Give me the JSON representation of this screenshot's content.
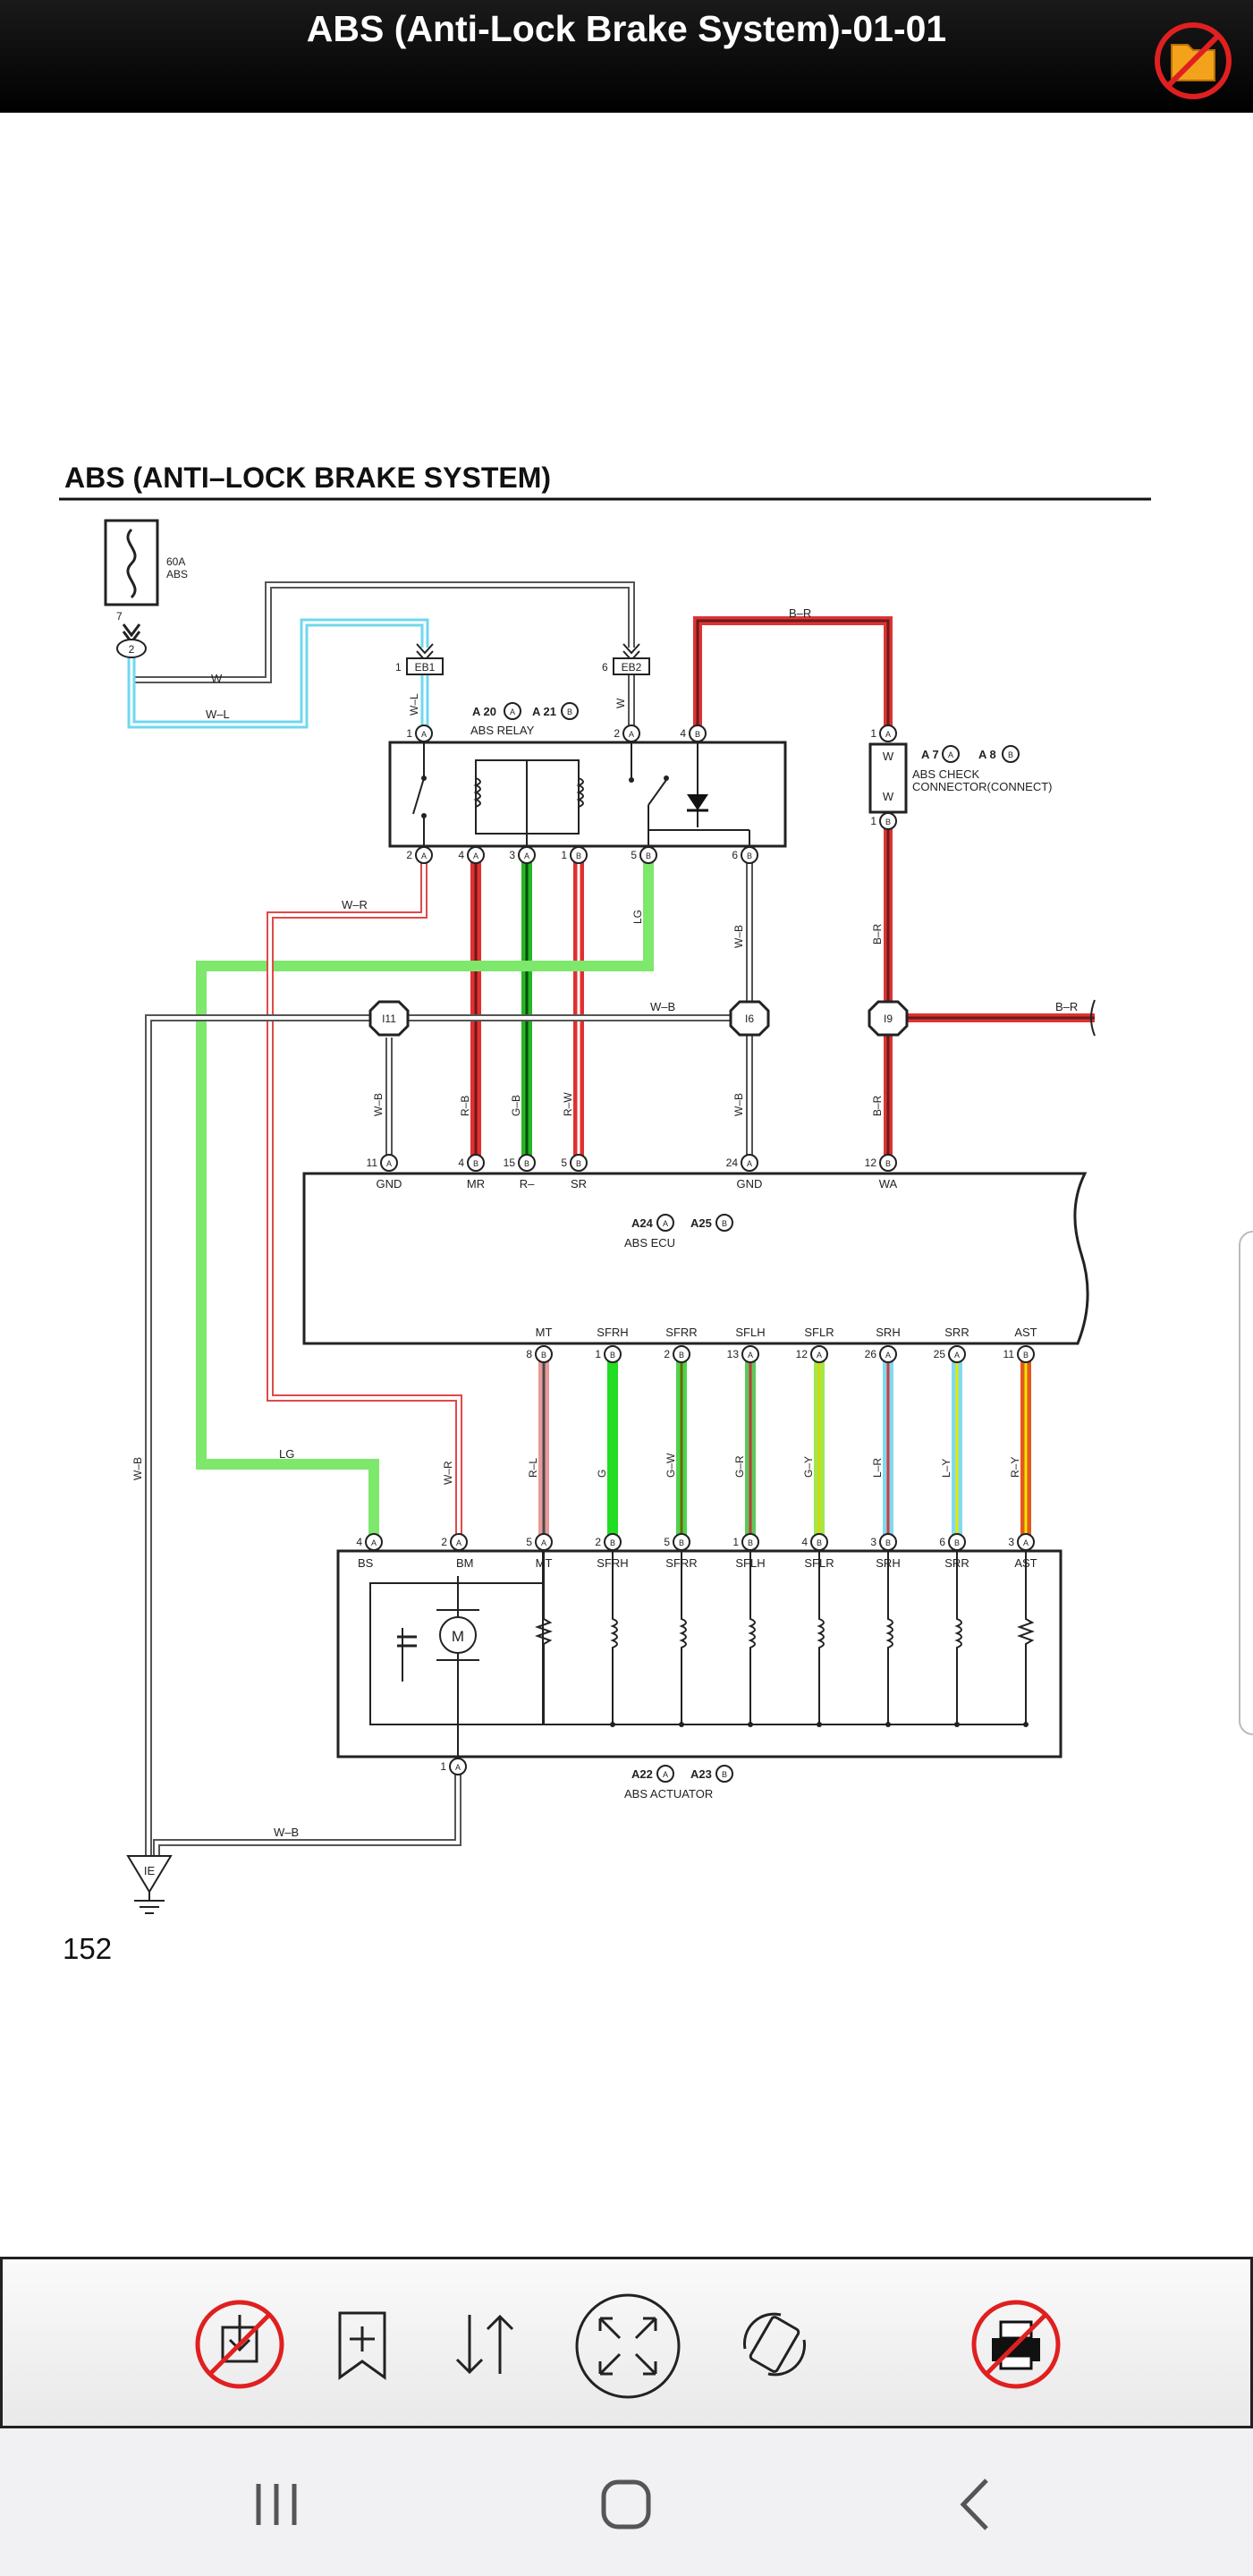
{
  "header": {
    "title": "ABS (Anti-Lock Brake System)-01-01",
    "folder_icon": "folder-disabled-icon"
  },
  "diagram": {
    "heading": "ABS (ANTI–LOCK BRAKE SYSTEM)",
    "page_number": "152",
    "fuse": {
      "rating": "60A",
      "name": "ABS",
      "pin": "7",
      "connector": "2"
    },
    "connectors": {
      "eb1": {
        "pin": "1",
        "label": "EB1"
      },
      "eb2": {
        "pin": "6",
        "label": "EB2"
      },
      "i11": "I11",
      "i6": "I6",
      "i9": "I9",
      "ie": "IE"
    },
    "relay": {
      "codes": [
        "A 20",
        "A 21"
      ],
      "name": "ABS RELAY"
    },
    "check_connector": {
      "codes": [
        "A 7",
        "A 8"
      ],
      "name_line1": "ABS CHECK",
      "name_line2": "CONNECTOR(CONNECT)"
    },
    "ecu": {
      "codes": [
        "A24",
        "A25"
      ],
      "name": "ABS ECU"
    },
    "actuator": {
      "codes": [
        "A22",
        "A23"
      ],
      "name": "ABS ACTUATOR"
    },
    "ecu_top_terminals": [
      {
        "pin": "11",
        "cn": "A",
        "label": "GND"
      },
      {
        "pin": "4",
        "cn": "B",
        "label": "MR"
      },
      {
        "pin": "15",
        "cn": "B",
        "label": "R–"
      },
      {
        "pin": "5",
        "cn": "B",
        "label": "SR"
      },
      {
        "pin": "24",
        "cn": "A",
        "label": "GND"
      },
      {
        "pin": "12",
        "cn": "B",
        "label": "WA"
      }
    ],
    "ecu_bottom_terminals": [
      {
        "label": "MT",
        "pin": "8",
        "cn": "B",
        "wire": "R–L",
        "act_pin": "5",
        "act_cn": "A"
      },
      {
        "label": "SFRH",
        "pin": "1",
        "cn": "B",
        "wire": "G",
        "act_pin": "2",
        "act_cn": "B"
      },
      {
        "label": "SFRR",
        "pin": "2",
        "cn": "B",
        "wire": "G–W",
        "act_pin": "5",
        "act_cn": "B"
      },
      {
        "label": "SFLH",
        "pin": "13",
        "cn": "A",
        "wire": "G–R",
        "act_pin": "1",
        "act_cn": "B"
      },
      {
        "label": "SFLR",
        "pin": "12",
        "cn": "A",
        "wire": "G–Y",
        "act_pin": "4",
        "act_cn": "B"
      },
      {
        "label": "SRH",
        "pin": "26",
        "cn": "A",
        "wire": "L–R",
        "act_pin": "3",
        "act_cn": "B"
      },
      {
        "label": "SRR",
        "pin": "25",
        "cn": "A",
        "wire": "L–Y",
        "act_pin": "6",
        "act_cn": "B"
      },
      {
        "label": "AST",
        "pin": "11",
        "cn": "B",
        "wire": "R–Y",
        "act_pin": "3",
        "act_cn": "A"
      }
    ],
    "actuator_left_terminals": [
      {
        "pin": "4",
        "cn": "A",
        "label": "BS"
      },
      {
        "pin": "2",
        "cn": "A",
        "label": "BM"
      }
    ],
    "actuator_ground_terminal": {
      "pin": "1",
      "cn": "A"
    },
    "relay_top_terminals": [
      {
        "pin": "1",
        "cn": "A"
      },
      {
        "pin": "2",
        "cn": "A"
      },
      {
        "pin": "4",
        "cn": "B"
      }
    ],
    "relay_bottom_terminals": [
      {
        "pin": "2",
        "cn": "A"
      },
      {
        "pin": "4",
        "cn": "A"
      },
      {
        "pin": "3",
        "cn": "A"
      },
      {
        "pin": "1",
        "cn": "B"
      },
      {
        "pin": "5",
        "cn": "B"
      },
      {
        "pin": "6",
        "cn": "B"
      }
    ],
    "check_terminals": [
      {
        "pin": "1",
        "cn": "A"
      },
      {
        "pin": "1",
        "cn": "B"
      }
    ],
    "check_wire_labels": [
      "W",
      "W"
    ],
    "ecu_top_wires": [
      "W–B",
      "R–B",
      "G–B",
      "R–W",
      "W–B",
      "B–R"
    ],
    "wire_labels": {
      "w": "W",
      "wl": "W–L",
      "wl_vert": "W–L",
      "w_vert": "W",
      "br_top": "B–R",
      "br_mid": "B–R",
      "br_right": "B–R",
      "wr": "W–R",
      "lg": "LG",
      "wb_relay": "W–B",
      "wb_bus": "W–B",
      "lg_low": "LG",
      "wr_low": "W–R",
      "wb_left": "W–B",
      "wb_ground": "W–B"
    },
    "motor_symbol": "M"
  },
  "toolbar": {
    "icons": [
      "download-disabled-icon",
      "add-bookmark-icon",
      "sort-icon",
      "fit-screen-icon",
      "rotate-icon",
      "print-disabled-icon"
    ]
  },
  "navbar": {
    "icons": [
      "recent-apps-icon",
      "home-icon",
      "back-icon"
    ]
  },
  "colors": {
    "wire_red": "#e03030",
    "wire_green": "#7de86b",
    "wire_cyan": "#6fd8ee",
    "disabled_red": "#e02020",
    "folder_orange": "#f3a21c"
  }
}
